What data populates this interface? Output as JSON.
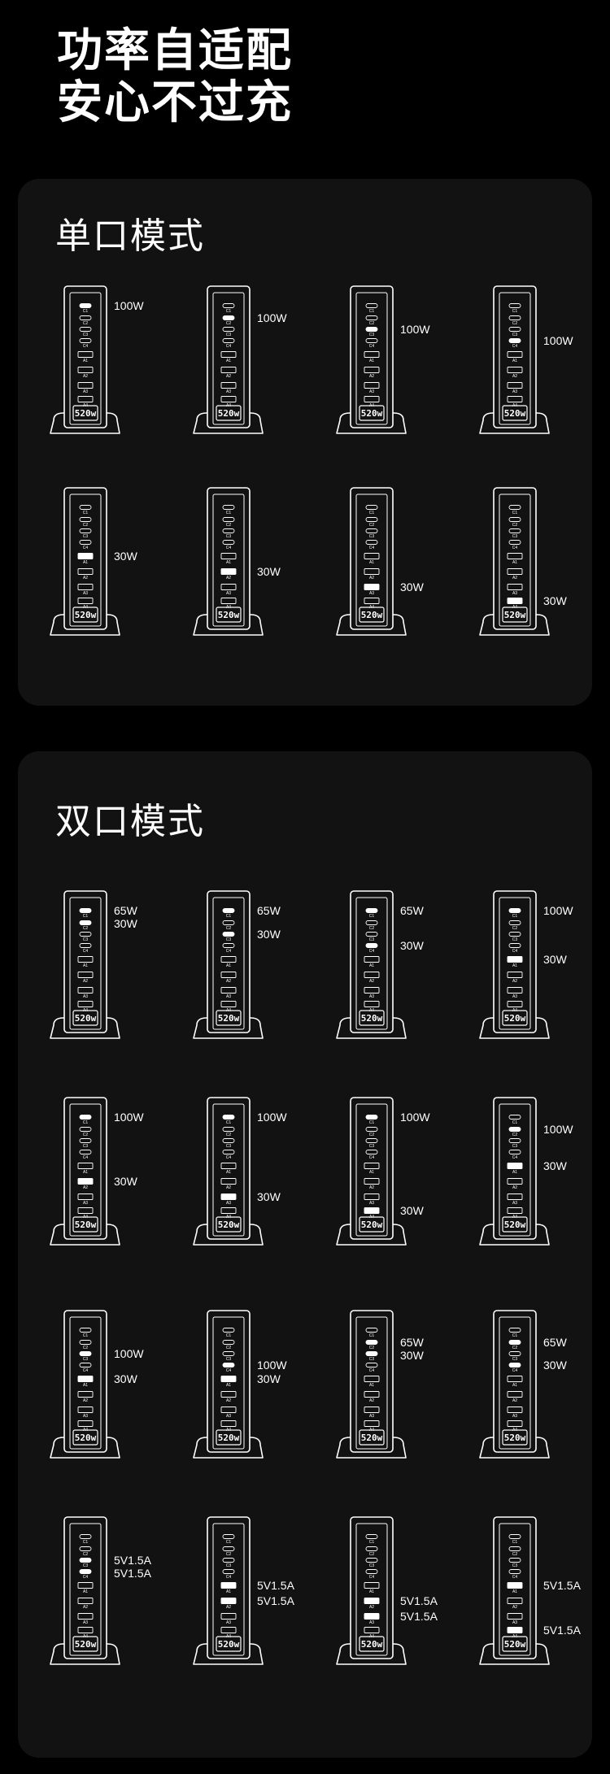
{
  "headline": {
    "line1": "功率自适配",
    "line2": "安心不过充"
  },
  "port_labels": [
    "C1",
    "C2",
    "C3",
    "C4",
    "A1",
    "A2",
    "A3",
    "A4"
  ],
  "display_text": "520w",
  "panels": [
    {
      "title": "单口模式",
      "rows": [
        [
          {
            "active": [
              0
            ],
            "labels": [
              {
                "text": "100W",
                "at": 0
              }
            ]
          },
          {
            "active": [
              1
            ],
            "labels": [
              {
                "text": "100W",
                "at": 1
              }
            ]
          },
          {
            "active": [
              2
            ],
            "labels": [
              {
                "text": "100W",
                "at": 2
              }
            ]
          },
          {
            "active": [
              3
            ],
            "labels": [
              {
                "text": "100W",
                "at": 3
              }
            ]
          }
        ],
        [
          {
            "active": [
              4
            ],
            "labels": [
              {
                "text": "30W",
                "at": 4
              }
            ]
          },
          {
            "active": [
              5
            ],
            "labels": [
              {
                "text": "30W",
                "at": 5
              }
            ]
          },
          {
            "active": [
              6
            ],
            "labels": [
              {
                "text": "30W",
                "at": 6
              }
            ]
          },
          {
            "active": [
              7
            ],
            "labels": [
              {
                "text": "30W",
                "at": 7
              }
            ]
          }
        ]
      ]
    },
    {
      "title": "双口模式",
      "rows": [
        [
          {
            "active": [
              0,
              1
            ],
            "labels": [
              {
                "text": "65W",
                "at": 0
              },
              {
                "text": "30W",
                "at": 1
              }
            ]
          },
          {
            "active": [
              0,
              2
            ],
            "labels": [
              {
                "text": "65W",
                "at": 0
              },
              {
                "text": "30W",
                "at": 2
              }
            ]
          },
          {
            "active": [
              0,
              3
            ],
            "labels": [
              {
                "text": "65W",
                "at": 0
              },
              {
                "text": "30W",
                "at": 3
              }
            ]
          },
          {
            "active": [
              0,
              4
            ],
            "labels": [
              {
                "text": "100W",
                "at": 0
              },
              {
                "text": "30W",
                "at": 4
              }
            ]
          }
        ],
        [
          {
            "active": [
              0,
              5
            ],
            "labels": [
              {
                "text": "100W",
                "at": 0
              },
              {
                "text": "30W",
                "at": 5
              }
            ]
          },
          {
            "active": [
              0,
              6
            ],
            "labels": [
              {
                "text": "100W",
                "at": 0
              },
              {
                "text": "30W",
                "at": 6
              }
            ]
          },
          {
            "active": [
              0,
              7
            ],
            "labels": [
              {
                "text": "100W",
                "at": 0
              },
              {
                "text": "30W",
                "at": 7
              }
            ]
          },
          {
            "active": [
              1,
              4
            ],
            "labels": [
              {
                "text": "100W",
                "at": 1
              },
              {
                "text": "30W",
                "at": 4
              }
            ]
          }
        ],
        [
          {
            "active": [
              2,
              4
            ],
            "labels": [
              {
                "text": "100W",
                "at": 2
              },
              {
                "text": "30W",
                "at": 4
              }
            ]
          },
          {
            "active": [
              3,
              4
            ],
            "labels": [
              {
                "text": "100W",
                "at": 3
              },
              {
                "text": "30W",
                "at": 4
              }
            ]
          },
          {
            "active": [
              1,
              2
            ],
            "labels": [
              {
                "text": "65W",
                "at": 1
              },
              {
                "text": "30W",
                "at": 2
              }
            ]
          },
          {
            "active": [
              1,
              3
            ],
            "labels": [
              {
                "text": "65W",
                "at": 1
              },
              {
                "text": "30W",
                "at": 3
              }
            ]
          }
        ],
        [
          {
            "active": [
              2,
              3
            ],
            "labels": [
              {
                "text": "5V1.5A",
                "at": 2
              },
              {
                "text": "5V1.5A",
                "at": 3
              }
            ]
          },
          {
            "active": [
              4,
              5
            ],
            "labels": [
              {
                "text": "5V1.5A",
                "at": 4
              },
              {
                "text": "5V1.5A",
                "at": 5
              }
            ]
          },
          {
            "active": [
              5,
              6
            ],
            "labels": [
              {
                "text": "5V1.5A",
                "at": 5
              },
              {
                "text": "5V1.5A",
                "at": 6
              }
            ]
          },
          {
            "active": [
              4,
              7
            ],
            "labels": [
              {
                "text": "5V1.5A",
                "at": 4
              },
              {
                "text": "5V1.5A",
                "at": 7
              }
            ]
          }
        ]
      ]
    }
  ]
}
